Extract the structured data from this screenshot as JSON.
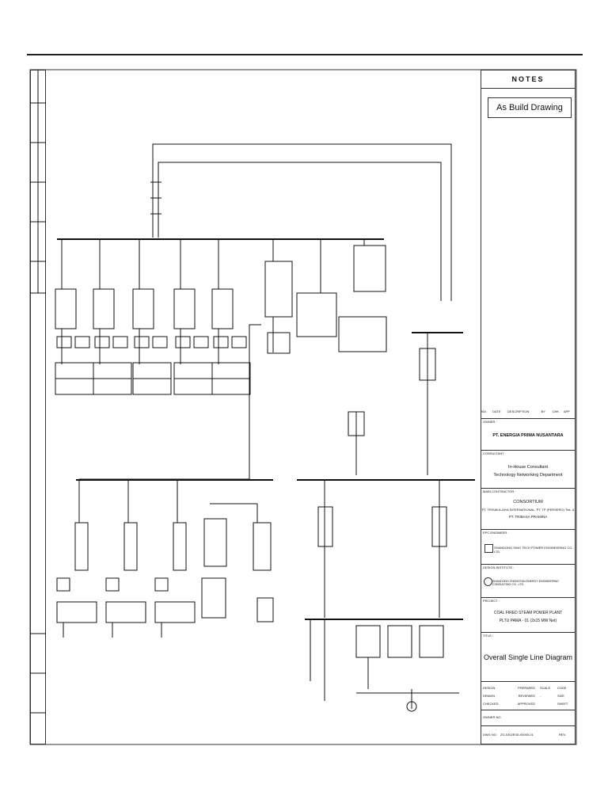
{
  "notes": {
    "title": "NOTES",
    "stamp": "As Build Drawing"
  },
  "revision_table": {
    "headers": [
      "NO.",
      "DATE",
      "DESCRIPTION",
      "BY",
      "CHK",
      "APP"
    ]
  },
  "owner": {
    "label": "OWNER :",
    "name": "PT. ENERGIA PRIMA NUSANTARA"
  },
  "consultant": {
    "label": "CONSULTANT :",
    "line1": "In-House Consultant",
    "line2": "Technology Networking Department"
  },
  "main_contractor": {
    "label": "MAIN CONTRACTOR :",
    "line1": "CONSORTIUM",
    "line2": "PT. TRISAKA JAYA INTERNATIONAL, PT. TP (PERSERO) Tbk, &",
    "line3": "PT. TRIBASA PRAMINA"
  },
  "epc_engineer": {
    "label": "EPC ENGINEER :",
    "name": "SHANDONG SINO TECH POWER ENGINEERING CO., LTD"
  },
  "design_institute": {
    "label": "DESIGN INSTITUTE :",
    "name": "SHANDONG ZHONGTAN ENERGY ENGINEERING CONSULTING CO., LTD"
  },
  "project": {
    "label": "PROJECT :",
    "line1": "COAL FIRED STEAM POWER PLANT",
    "line2": "PLTU PAMA - 01 (2x15 MW Net)"
  },
  "title": {
    "label": "TITLE :",
    "name": "Overall Single Line Diagram"
  },
  "signoff": {
    "rows": [
      {
        "k": "DESIGN",
        "v": "PREPARED"
      },
      {
        "k": "DRAWN",
        "v": "REVIEWED"
      },
      {
        "k": "CHECKED",
        "v": "APPROVED"
      }
    ],
    "scale_label": "SCALE",
    "scale_value": "-",
    "code_label": "CODE",
    "size_label": "SIZE",
    "sheet_label": "SHEET",
    "owner_no_label": "OWNER NO.",
    "dwg_no_label": "DWG NO.",
    "dwg_no": "ZG-0302E0D-00000-01",
    "rev_label": "REV."
  },
  "colors": {
    "line": "#111111",
    "frame": "#333333"
  }
}
